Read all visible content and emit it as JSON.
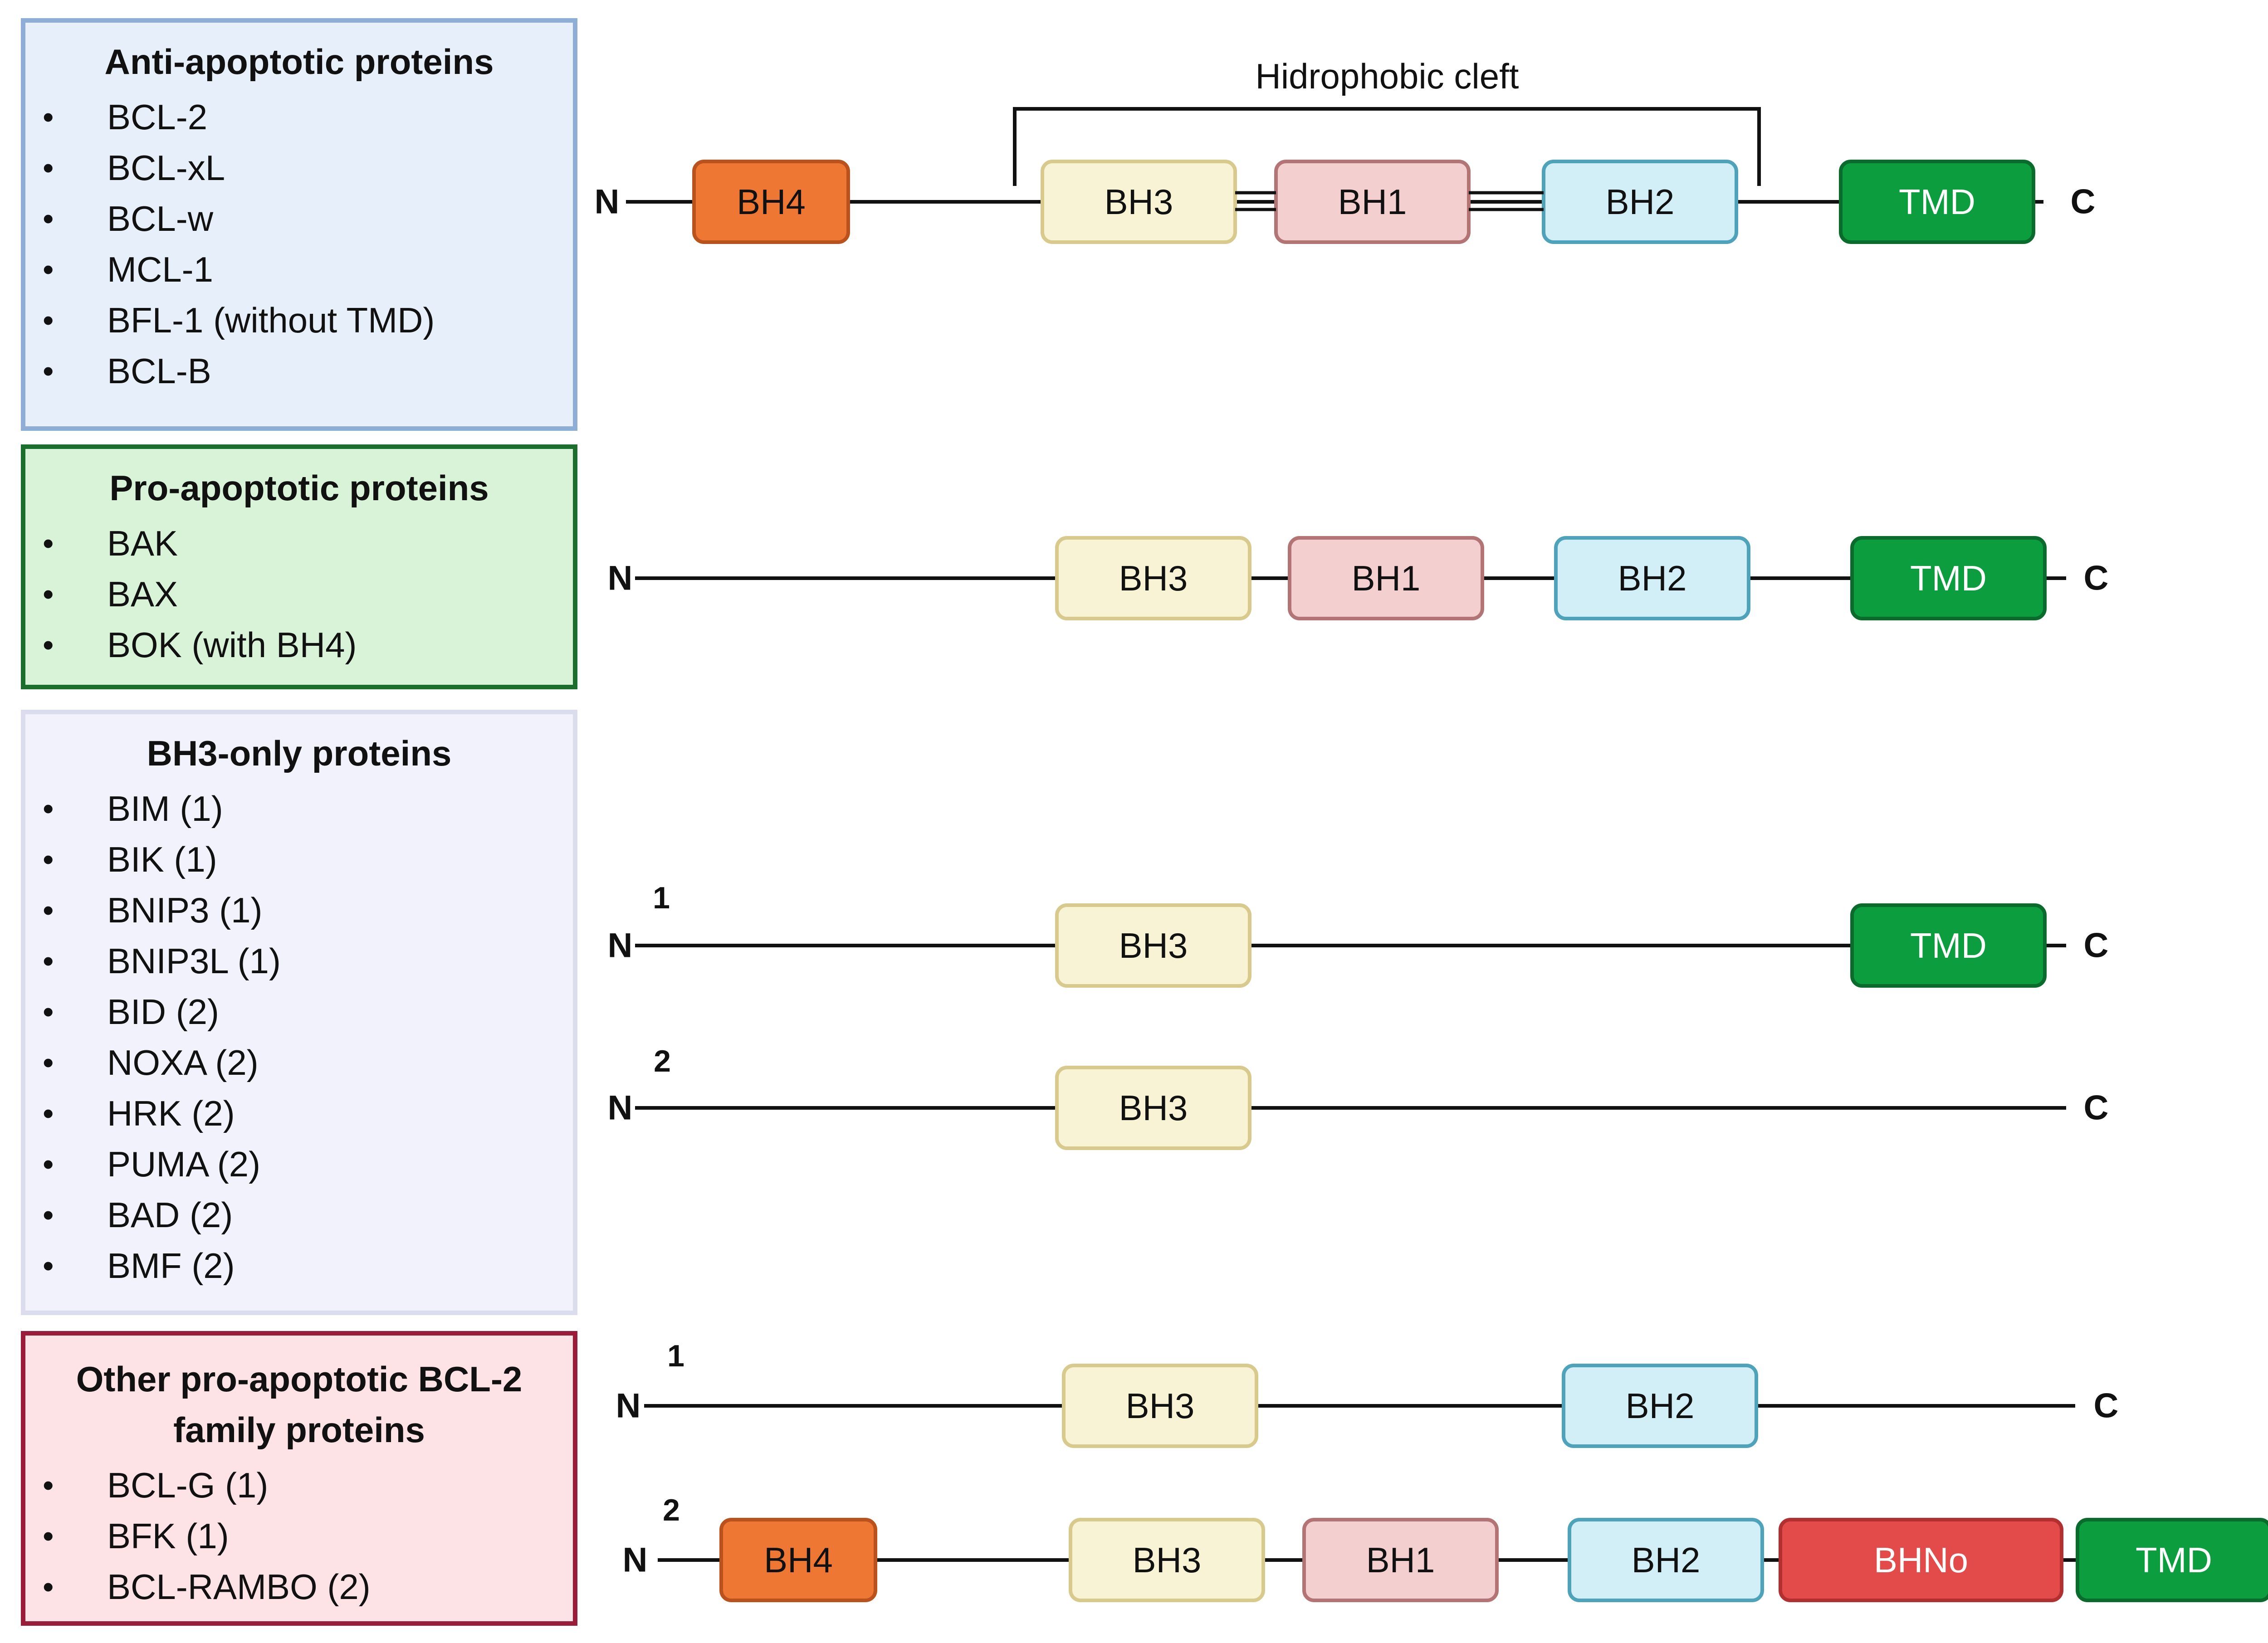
{
  "panels": {
    "anti": {
      "title": "Anti-apoptotic proteins",
      "items": [
        "BCL-2",
        "BCL-xL",
        "BCL-w",
        "MCL-1",
        "BFL-1 (without TMD)",
        "BCL-B"
      ]
    },
    "pro": {
      "title": "Pro-apoptotic proteins",
      "items": [
        "BAK",
        "BAX",
        "BOK (with BH4)"
      ]
    },
    "bh3": {
      "title": "BH3-only proteins",
      "items": [
        "BIM (1)",
        "BIK (1)",
        "BNIP3 (1)",
        "BNIP3L (1)",
        "BID (2)",
        "NOXA (2)",
        "HRK (2)",
        "PUMA (2)",
        "BAD (2)",
        "BMF (2)"
      ]
    },
    "other": {
      "title_line1": "Other pro-apoptotic BCL-2",
      "title_line2": "family proteins",
      "items": [
        "BCL-G (1)",
        "BFK (1)",
        "BCL-RAMBO (2)"
      ]
    }
  },
  "bullet": "•",
  "terminals": {
    "n": "N",
    "c": "C"
  },
  "cleft_label": "Hidrophobic cleft",
  "domain_colors": {
    "BH4": {
      "fill": "#ee7734",
      "stroke": "#b9521c",
      "text": "#111111"
    },
    "BH3": {
      "fill": "#f8f3d5",
      "stroke": "#d8c98c",
      "text": "#111111"
    },
    "BH1": {
      "fill": "#f3cfcf",
      "stroke": "#b27474",
      "text": "#111111"
    },
    "BH2": {
      "fill": "#d2eef6",
      "stroke": "#4ea2b9",
      "text": "#111111"
    },
    "TMD": {
      "fill": "#0b9d3e",
      "stroke": "#0a6b2c",
      "text": "#ffffff"
    },
    "BHNo": {
      "fill": "#e34b4b",
      "stroke": "#b23030",
      "text": "#ffffff"
    }
  },
  "rows": [
    {
      "id": "anti",
      "variant": "",
      "domains": [
        "BH4",
        "BH3",
        "BH1",
        "BH2",
        "TMD"
      ]
    },
    {
      "id": "pro",
      "variant": "",
      "domains": [
        "BH3",
        "BH1",
        "BH2",
        "TMD"
      ]
    },
    {
      "id": "bh3-1",
      "variant": "1",
      "domains": [
        "BH3",
        "TMD"
      ]
    },
    {
      "id": "bh3-2",
      "variant": "2",
      "domains": [
        "BH3"
      ]
    },
    {
      "id": "other-1",
      "variant": "1",
      "domains": [
        "BH3",
        "BH2"
      ]
    },
    {
      "id": "other-2",
      "variant": "2",
      "domains": [
        "BH4",
        "BH3",
        "BH1",
        "BH2",
        "BHNo",
        "TMD"
      ]
    }
  ]
}
